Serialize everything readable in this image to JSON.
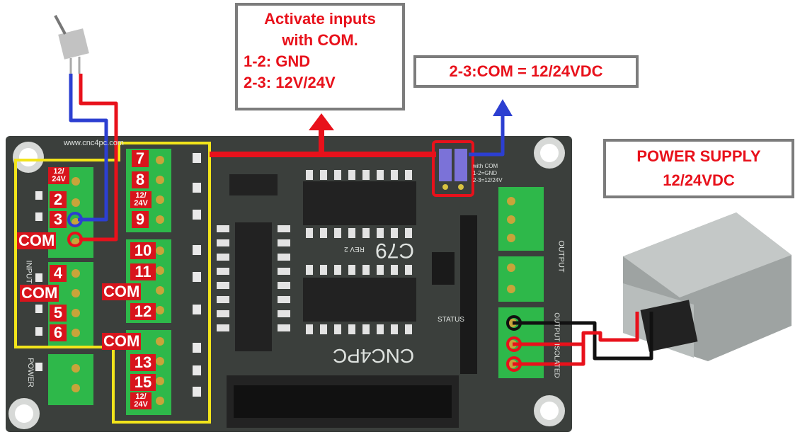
{
  "callouts": {
    "activate": [
      "Activate inputs",
      "with COM.",
      "1-2: GND",
      "2-3: 12V/24V"
    ],
    "com_jumper": "2-3:COM = 12/24VDC",
    "power_supply": [
      "POWER SUPPLY",
      "12/24VDC"
    ]
  },
  "pins": {
    "p12v_a": [
      "12/",
      "24V"
    ],
    "p2": "2",
    "p3": "3",
    "p4": "4",
    "p5": "5",
    "p6": "6",
    "p7": "7",
    "p8": "8",
    "p12v_b": [
      "12/",
      "24V"
    ],
    "p9": "9",
    "p10": "10",
    "p11": "11",
    "p12": "12",
    "p13": "13",
    "p15": "15",
    "p12v_c": [
      "12/",
      "24V"
    ]
  },
  "com_labels": [
    "COM",
    "COM",
    "COM",
    "COM"
  ],
  "board": {
    "brand": "CNC4PC",
    "model": "C79",
    "rev": "REV 2",
    "input_label": "INPUT",
    "output_label": "OUTPUT",
    "power_label": "POWER",
    "status_label": "STATUS",
    "output_iso_label": "OUTPUT ISOLATED",
    "url": "www.cnc4pc.com",
    "jumper_label": [
      "with COM",
      "1-2=GND",
      "2-3=12/24V"
    ]
  },
  "colors": {
    "board": "#3b3f3c",
    "terminal": "#2eb84a",
    "wire_red": "#e8111b",
    "wire_blue": "#2c3fd1",
    "frame_yellow": "#f2e41b",
    "label_red": "#d8141c",
    "callout_border": "#7c7c7c"
  }
}
